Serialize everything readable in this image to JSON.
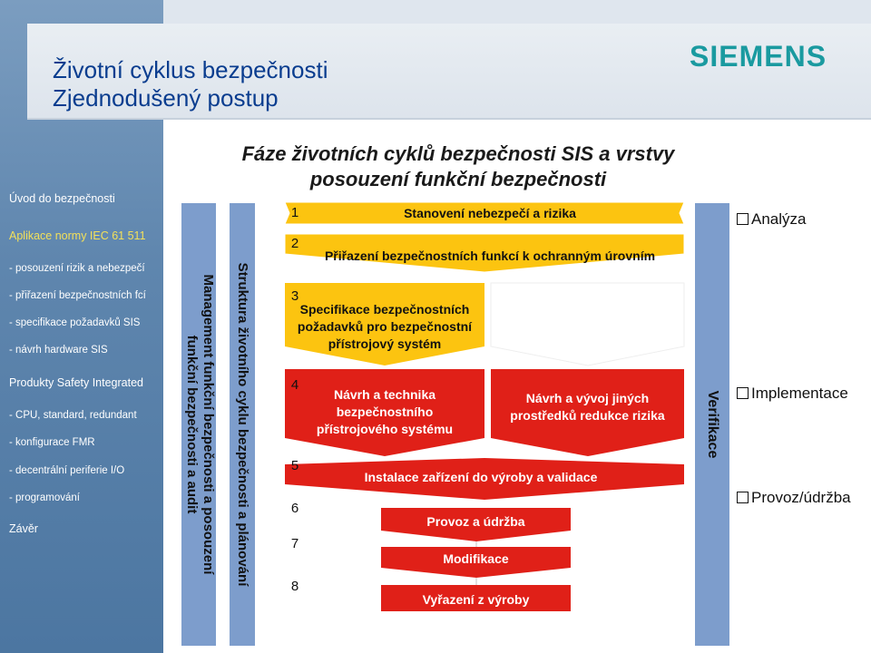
{
  "sidebar": {
    "items": [
      {
        "label": "Úvod do bezpečnosti"
      },
      {
        "label": "Aplikace normy IEC 61 511"
      },
      {
        "label": "- posouzení rizik a nebezpečí"
      },
      {
        "label": "- přiřazení bezpečnostních fcí"
      },
      {
        "label": "- specifikace požadavků SIS"
      },
      {
        "label": "- návrh hardware SIS"
      },
      {
        "label": "Produkty Safety Integrated"
      },
      {
        "label": "- CPU, standard, redundant"
      },
      {
        "label": "- konfigurace FMR"
      },
      {
        "label": "- decentrální periferie I/O"
      },
      {
        "label": "- programování"
      },
      {
        "label": "Závěr"
      }
    ]
  },
  "header": {
    "title_line1": "Životní cyklus bezpečnosti",
    "title_line2": "Zjednodušený postup",
    "logo": "SIEMENS"
  },
  "diagram": {
    "title_line1": "Fáze životních cyklů bezpečnosti SIS a vrstvy",
    "title_line2": "posouzení funkční bezpečnosti",
    "bar_management_line1": "Management funkční bezpečnosti a posouzení",
    "bar_management_line2": "funkční bezpečnosti a audit",
    "bar_structure": "Struktura životního cyklu bezpečnosti a plánování",
    "bar_verification": "Verifikace",
    "steps": [
      {
        "number": "1",
        "label": "Stanovení nebezpečí a rizika"
      },
      {
        "number": "2",
        "label": "Přiřazení bezpečnostních funkcí k ochranným úrovním"
      },
      {
        "number": "3",
        "label_line1": "Specifikace bezpečnostních",
        "label_line2": "požadavků pro bezpečnostní",
        "label_line3": "přístrojový systém"
      },
      {
        "number": "4",
        "label_line1": "Návrh a technika",
        "label_line2": "bezpečnostního",
        "label_line3": "přístrojového  systému",
        "side_label_line1": "Návrh a vývoj jiných",
        "side_label_line2": "prostředků redukce rizika"
      },
      {
        "number": "5",
        "label": "Instalace zařízení do výroby a validace"
      },
      {
        "number": "6",
        "label": "Provoz a údržba"
      },
      {
        "number": "7",
        "label": "Modifikace"
      },
      {
        "number": "8",
        "label": "Vyřazení z výroby"
      }
    ],
    "phases": [
      {
        "label": "Analýza"
      },
      {
        "label": "Implementace"
      },
      {
        "label": "Provoz/údržba"
      }
    ],
    "colors": {
      "yellow": "#fcc410",
      "red": "#e02018",
      "blue_bar": "#7d9dcc",
      "title_blue": "#0a3d8f",
      "logo_teal": "#1a9aa0"
    }
  }
}
